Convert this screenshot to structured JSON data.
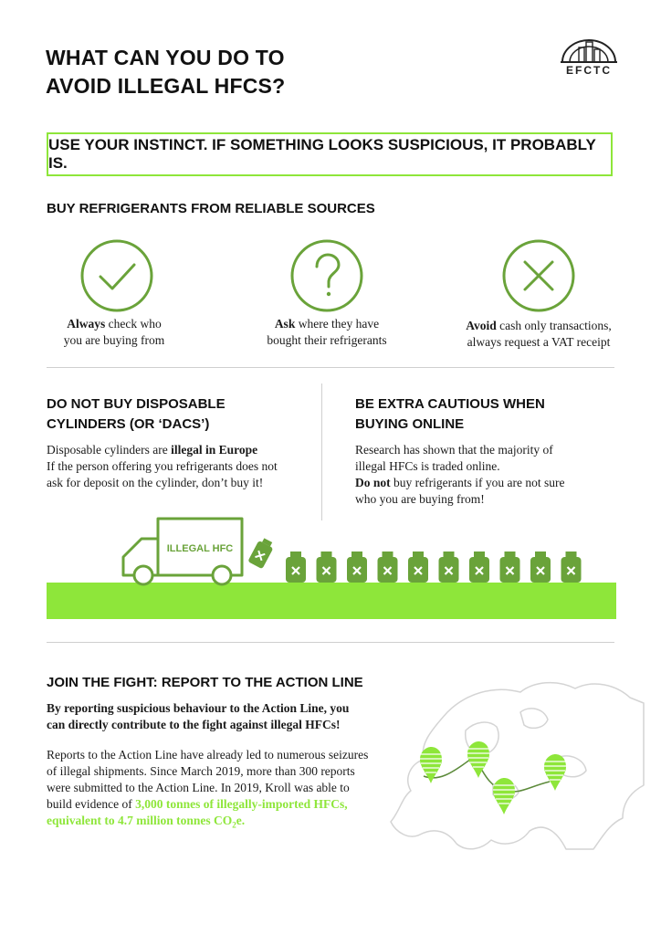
{
  "header": {
    "title_line1": "WHAT CAN YOU DO TO",
    "title_line2": "AVOID ILLEGAL HFCS?",
    "logo_text": "EFCTC"
  },
  "callout": {
    "text": "USE YOUR INSTINCT. IF SOMETHING LOOKS SUSPICIOUS, IT PROBABLY IS."
  },
  "sources": {
    "heading": "BUY REFRIGERANTS FROM RELIABLE SOURCES",
    "items": [
      {
        "icon": "check-icon",
        "bold": "Always",
        "rest": " check who",
        "line2": "you are buying from"
      },
      {
        "icon": "question-icon",
        "bold": "Ask",
        "rest": " where they have",
        "line2": "bought their refrigerants"
      },
      {
        "icon": "cross-icon",
        "bold": "Avoid",
        "rest": " cash only transactions,",
        "line2": "always request a VAT receipt"
      }
    ]
  },
  "disposable": {
    "heading_line1": "DO NOT BUY DISPOSABLE",
    "heading_line2": "CYLINDERS (OR ‘DACS’)",
    "p1": "Disposable cylinders are ",
    "p1_bold": "illegal in Europe",
    "p2": "If the person offering you refrigerants does not",
    "p3": "ask for deposit on the cylinder, don’t buy it!"
  },
  "online": {
    "heading_line1": "BE EXTRA CAUTIOUS WHEN",
    "heading_line2": "BUYING ONLINE",
    "p1": "Research has shown that the majority of",
    "p2": "illegal HFCs is traded online.",
    "p3_bold": "Do not",
    "p3": " buy refrigerants if you are not sure",
    "p4": "who you are buying from!"
  },
  "truck": {
    "label": "ILLEGAL HFC",
    "cylinder_count": 10
  },
  "join": {
    "heading": "JOIN THE FIGHT: REPORT TO THE ACTION LINE",
    "lead1": "By reporting suspicious behaviour to the Action Line, you",
    "lead2": "can directly contribute to the fight against illegal HFCs!",
    "b1": "Reports to the Action Line have already led to numerous seizures",
    "b2": "of illegal shipments. Since March 2019, more than 300 reports",
    "b3": "were submitted to the Action Line. In 2019, Kroll was able to",
    "b4": "build evidence of ",
    "b4_green": "3,000 tonnes of illegally-imported HFCs,",
    "b5_green": "equivalent to 4.7 million tonnes CO",
    "b5_sub": "2",
    "b5_end": "e."
  },
  "colors": {
    "accent": "#8ee63a",
    "icon_green": "#6aa33a",
    "dark_green": "#5c8a3a",
    "map_grey": "#cfcfcf"
  }
}
